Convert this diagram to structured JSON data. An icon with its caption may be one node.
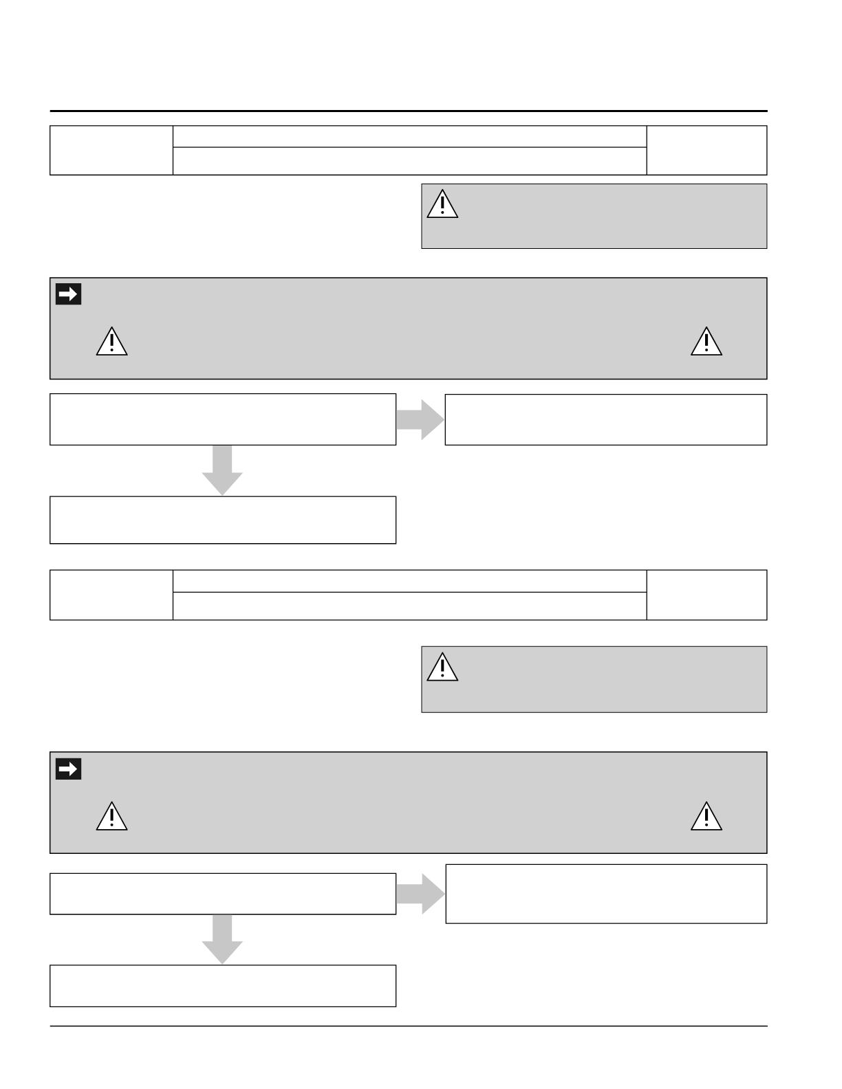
{
  "diagram": {
    "nodes": [
      {
        "text": [],
        "shape": "box"
      },
      {
        "text": [],
        "shape": "box"
      },
      {
        "text": [],
        "shape": "box"
      },
      {
        "text": [],
        "shape": "box"
      },
      {
        "text": [],
        "shape": "box"
      },
      {
        "text": [],
        "shape": "box"
      }
    ],
    "edges": [
      {
        "from": 0,
        "to": 1,
        "arrow": "to"
      },
      {
        "from": 0,
        "to": 2,
        "arrow": "to"
      },
      {
        "from": 3,
        "to": 4,
        "arrow": "to"
      },
      {
        "from": 3,
        "to": 5,
        "arrow": "to"
      }
    ]
  }
}
